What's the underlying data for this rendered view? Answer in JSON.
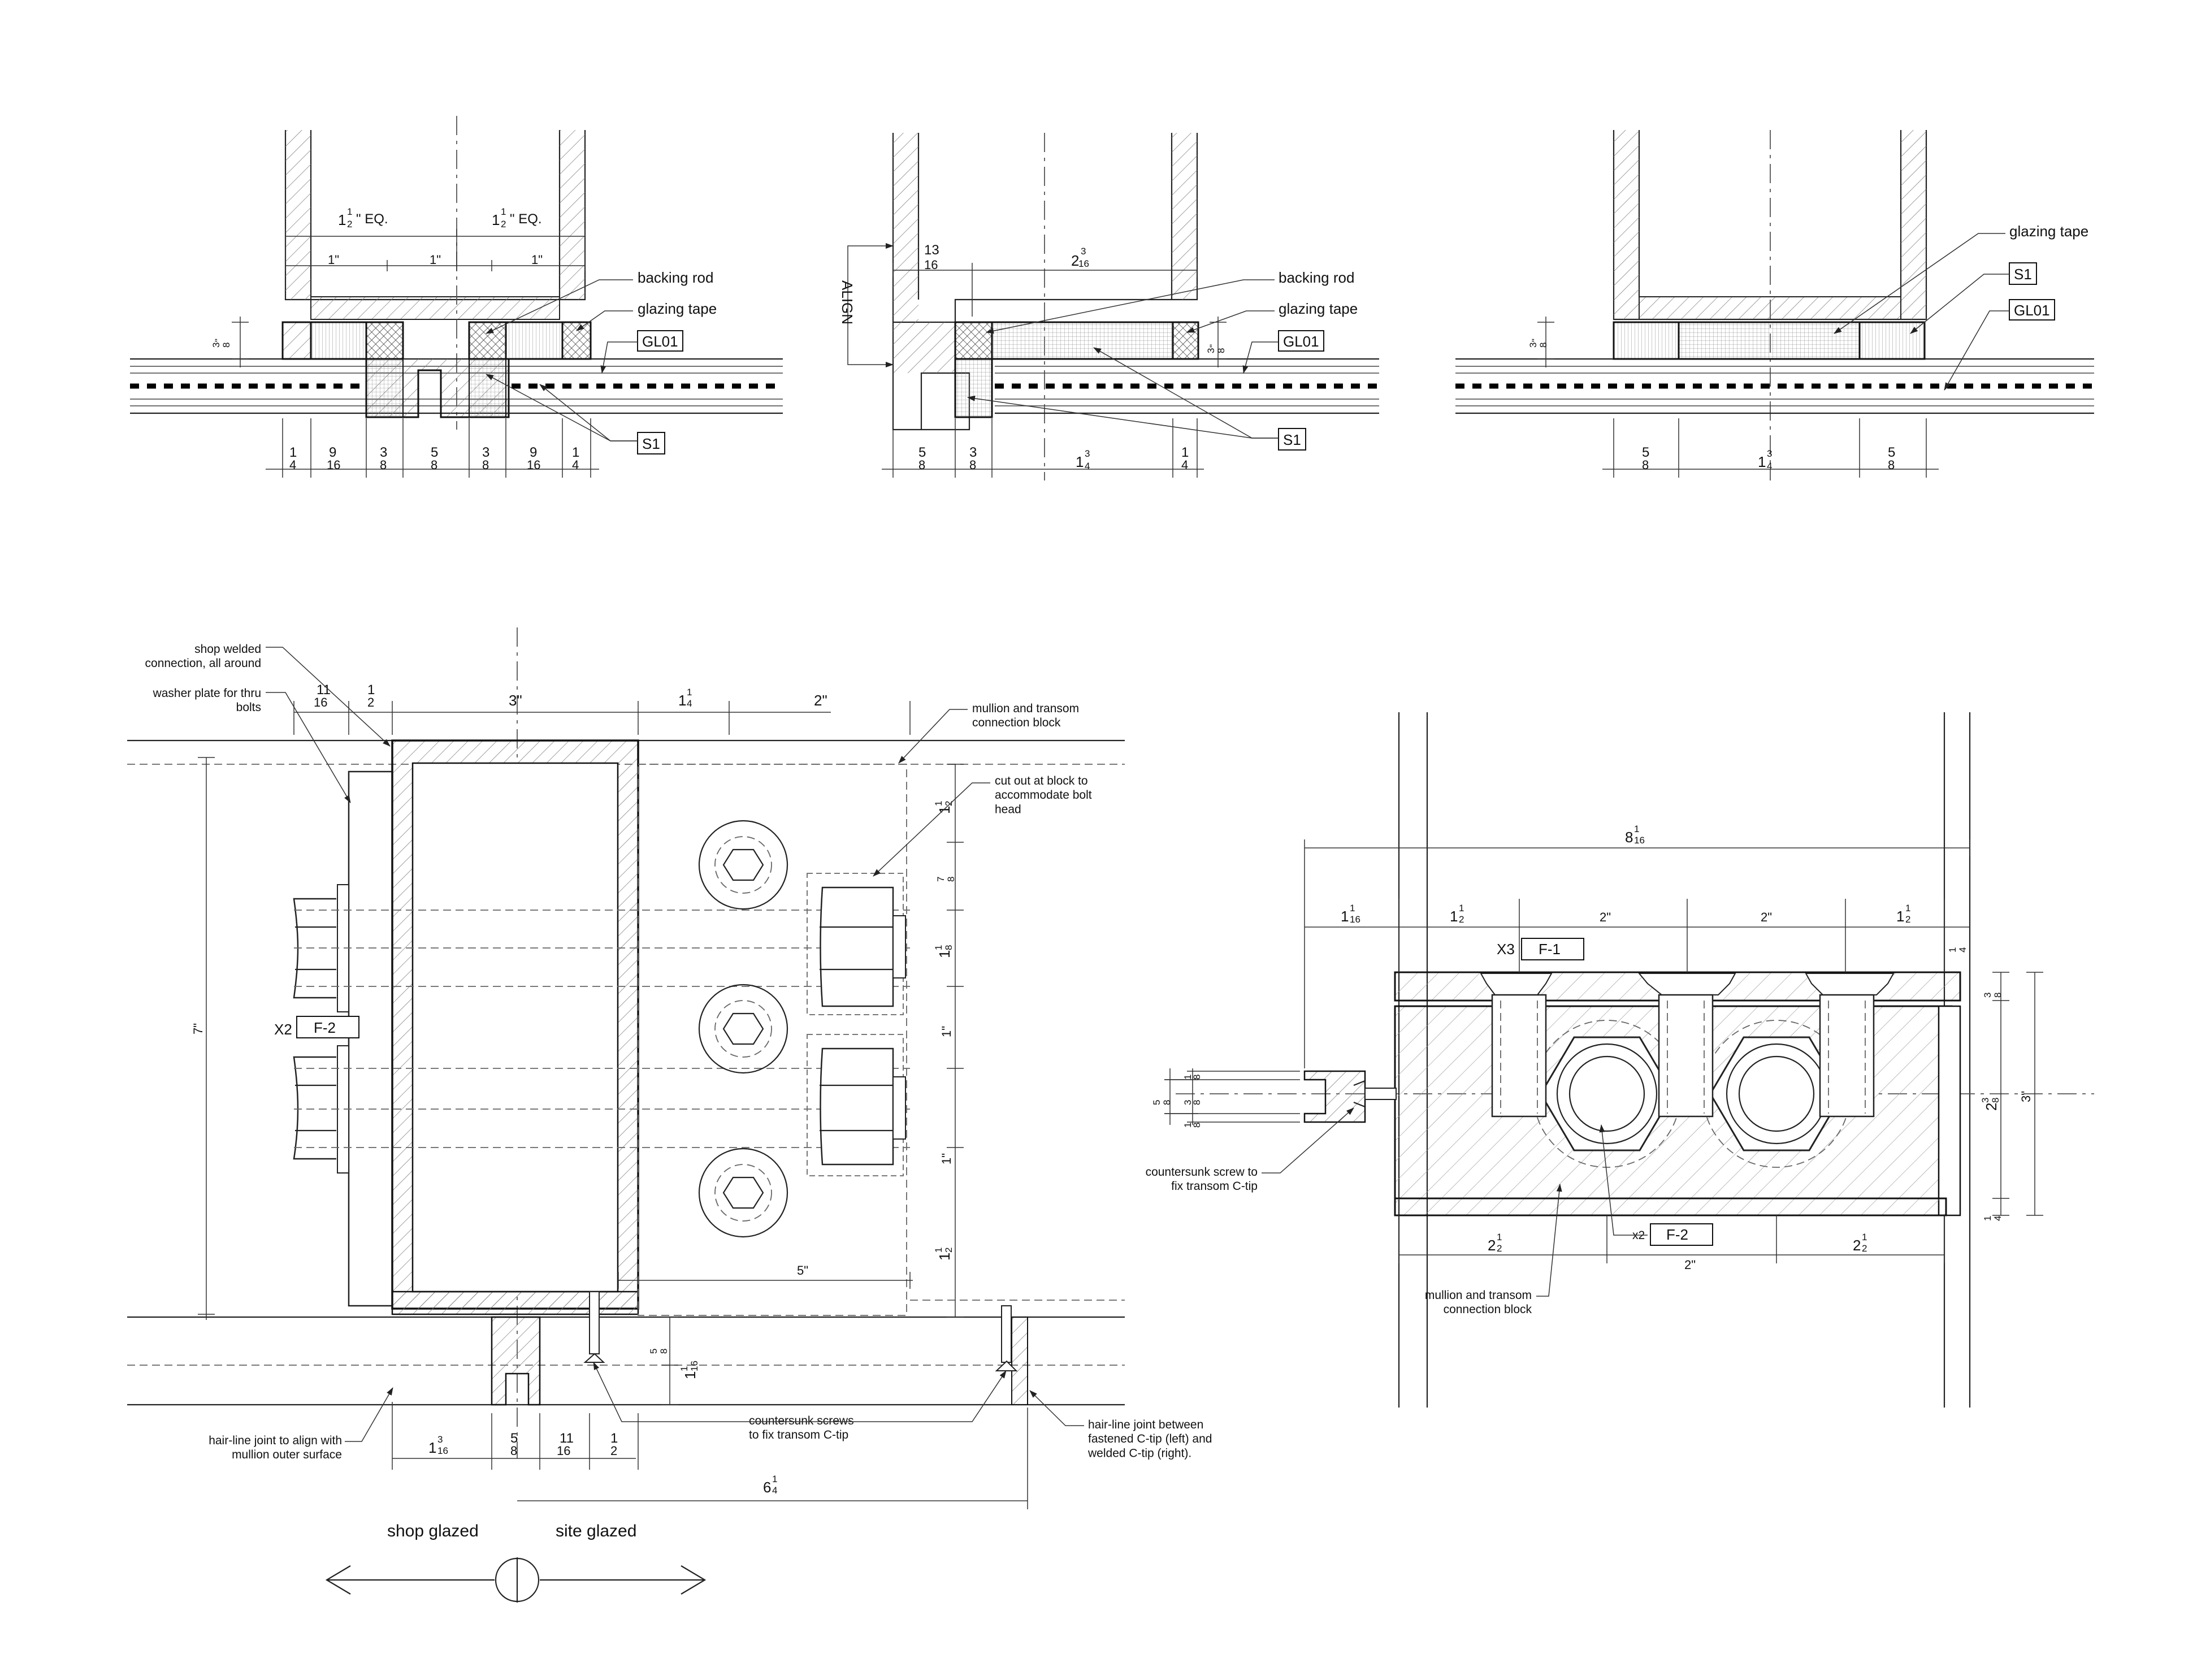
{
  "details": {
    "top_left": {
      "dims_top_eq": [
        "1",
        "1",
        "2",
        "\" EQ."
      ],
      "dims_top": [
        "1\"",
        "1\"",
        "1\""
      ],
      "dim_side": [
        "3",
        "8",
        "\""
      ],
      "dims_bottom": [
        [
          "1",
          "4"
        ],
        [
          "9",
          "16"
        ],
        [
          "3",
          "8"
        ],
        [
          "5",
          "8"
        ],
        [
          "3",
          "8"
        ],
        [
          "9",
          "16"
        ],
        [
          "1",
          "4"
        ]
      ],
      "labels": {
        "backing_rod": "backing rod",
        "glazing_tape": "glazing tape",
        "tag_glass": "GL01",
        "tag_sealant": "S1"
      }
    },
    "top_middle": {
      "align_label": "ALIGN",
      "dims_top": [
        [
          "13",
          "16",
          ""
        ],
        [
          "3",
          "16",
          "2"
        ]
      ],
      "dim_side": [
        "3",
        "8",
        "\""
      ],
      "dims_bottom": [
        [
          "5",
          "8",
          ""
        ],
        [
          "3",
          "8",
          ""
        ],
        [
          "3",
          "4",
          "1"
        ],
        [
          "1",
          "4",
          ""
        ]
      ],
      "labels": {
        "backing_rod": "backing rod",
        "glazing_tape": "glazing tape",
        "tag_glass": "GL01",
        "tag_sealant": "S1"
      }
    },
    "top_right": {
      "dim_side": [
        "3",
        "8",
        "\""
      ],
      "dims_bottom": [
        [
          "5",
          "8",
          ""
        ],
        [
          "3",
          "4",
          "1"
        ],
        [
          "5",
          "8",
          ""
        ]
      ],
      "labels": {
        "glazing_tape": "glazing tape",
        "tag_sealant": "S1",
        "tag_glass": "GL01"
      }
    },
    "bottom_left": {
      "notes": {
        "shop_welded": "shop welded\nconnection, all around",
        "washer_plate": "washer plate for thru\nbolts",
        "mullion_block": "mullion and transom\nconnection block",
        "cut_out": "cut out at block to\naccommodate bolt\nhead",
        "hairline_left": "hair-line joint to align with\nmullion outer surface",
        "countersunk": "countersunk screws\nto fix transom C-tip",
        "hairline_right": "hair-line joint between\nfastened C-tip (left) and\nwelded C-tip (right)."
      },
      "callout_count": "X2",
      "callout_tag": "F-2",
      "dims_top": [
        [
          "11",
          "16",
          ""
        ],
        [
          "1",
          "2",
          ""
        ],
        [
          "3\"",
          "",
          ""
        ],
        [
          "1",
          "4",
          "1"
        ],
        [
          "2\"",
          "",
          ""
        ]
      ],
      "dim_height": "7\"",
      "dims_right": [
        [
          "1",
          "2",
          "1"
        ],
        [
          "7",
          "8",
          ""
        ],
        [
          "1",
          "8",
          "1"
        ],
        [
          "1\"",
          "",
          ""
        ],
        [
          "1\"",
          "",
          ""
        ],
        [
          "1",
          "2",
          "1"
        ]
      ],
      "dim_5": "5\"",
      "dims_ctip": [
        [
          "5",
          "8",
          ""
        ],
        [
          "1",
          "16",
          "1"
        ]
      ],
      "dims_bottom": [
        [
          "3",
          "16",
          "1"
        ],
        [
          "5",
          "8",
          ""
        ],
        [
          "11",
          "16",
          ""
        ],
        [
          "1",
          "2",
          ""
        ]
      ],
      "dim_total": [
        "1",
        "4",
        "6"
      ],
      "shop_glazed": "shop glazed",
      "site_glazed": "site glazed"
    },
    "bottom_right": {
      "dim_overall": [
        "1",
        "16",
        "8"
      ],
      "dims_top": [
        [
          "1",
          "16",
          "1"
        ],
        [
          "1",
          "2",
          "1"
        ],
        [
          "2\"",
          "",
          ""
        ],
        [
          "2\"",
          "",
          ""
        ],
        [
          "1",
          "2",
          "1"
        ],
        [
          "1",
          "4",
          ""
        ]
      ],
      "callout_top_count": "X3",
      "callout_top_tag": "F-1",
      "callout_bot_count": "x2",
      "callout_bot_tag": "F-2",
      "dims_right": [
        [
          "3",
          "8",
          ""
        ],
        [
          "3",
          "8",
          "2"
        ],
        [
          "3\"",
          "",
          ""
        ],
        [
          "1",
          "4",
          ""
        ]
      ],
      "dims_left": [
        [
          "5",
          "8",
          ""
        ],
        [
          "1",
          "8",
          ""
        ],
        [
          "3",
          "8",
          ""
        ],
        [
          "1",
          "8",
          ""
        ]
      ],
      "dims_bottom": [
        [
          "1",
          "2",
          "2"
        ],
        [
          "2\"",
          "",
          ""
        ],
        [
          "1",
          "2",
          "2"
        ]
      ],
      "notes": {
        "countersunk": "countersunk screw to\nfix transom C-tip",
        "mullion_block": "mullion and transom\nconnection block"
      }
    }
  }
}
